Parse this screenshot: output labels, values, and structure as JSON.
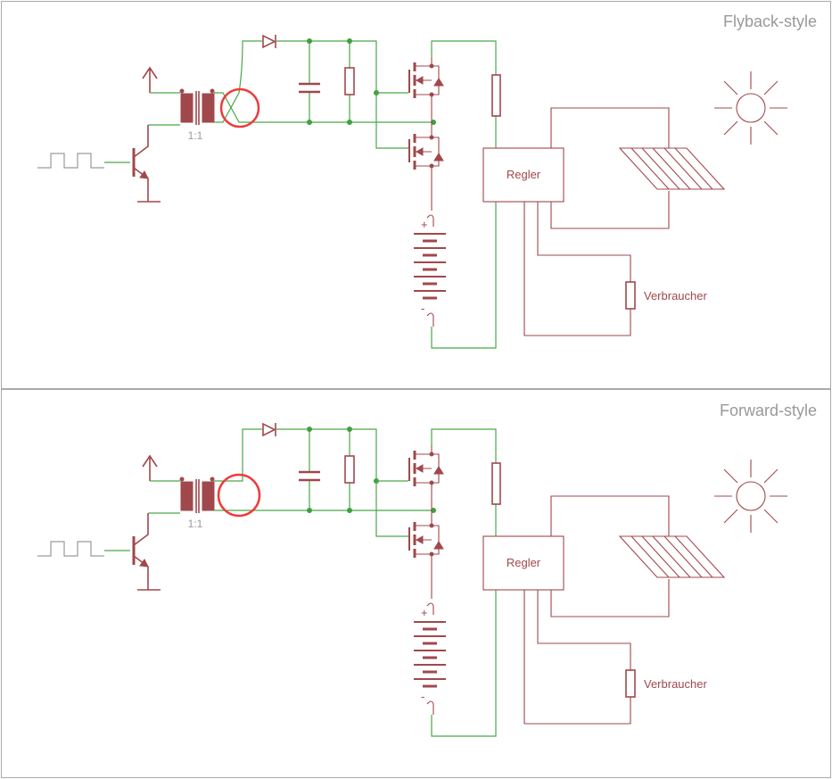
{
  "panels": [
    {
      "title": "Flyback-style",
      "transformer_ratio": "1:1",
      "controller_label": "Regler",
      "load_label": "Verbraucher",
      "battery_plus": "+",
      "battery_minus": "-",
      "winding": "crossed"
    },
    {
      "title": "Forward-style",
      "transformer_ratio": "1:1",
      "controller_label": "Regler",
      "load_label": "Verbraucher",
      "battery_plus": "+",
      "battery_minus": "-",
      "winding": "straight"
    }
  ],
  "colors": {
    "wire": "#4aa84a",
    "component": "#a0484c",
    "highlight": "#ee3b3b",
    "title": "#999999",
    "frame": "#aaaaaa"
  },
  "icons": [
    "sun-icon",
    "solar-panel-icon",
    "battery-icon",
    "diode-icon",
    "capacitor-icon",
    "resistor-icon",
    "mosfet-icon",
    "transistor-icon",
    "transformer-icon"
  ]
}
